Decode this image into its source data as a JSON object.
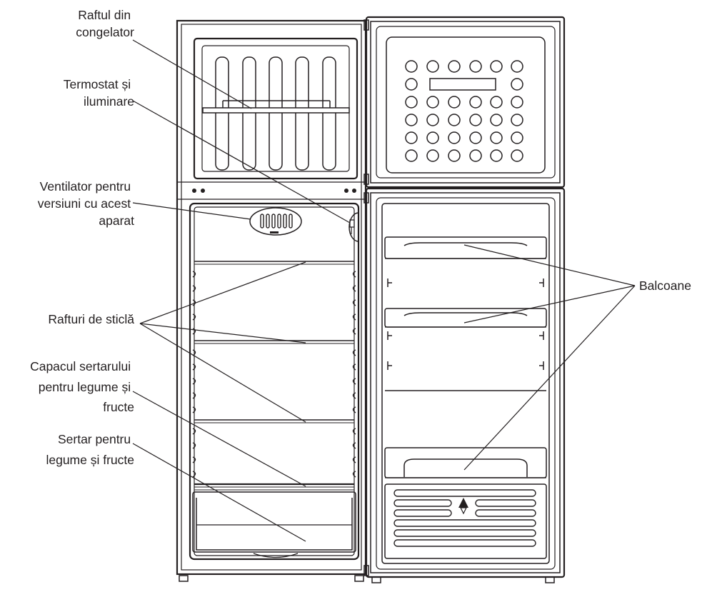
{
  "labels": {
    "freezer_shelf": [
      "Raftul din",
      "congelator"
    ],
    "thermostat": [
      "Termostat și",
      "iluminare"
    ],
    "fan": [
      "Ventilator pentru",
      "versiuni cu acest",
      "aparat"
    ],
    "glass_shelves": [
      "Rafturi de sticlă"
    ],
    "crisper_cover": [
      "Capacul sertarului",
      "pentru legume și",
      "fructe"
    ],
    "crisper_drawer": [
      "Sertar pentru",
      "legume și fructe"
    ],
    "balconies": [
      "Balcoane"
    ]
  },
  "colors": {
    "ink": "#231f20",
    "background": "#ffffff"
  }
}
